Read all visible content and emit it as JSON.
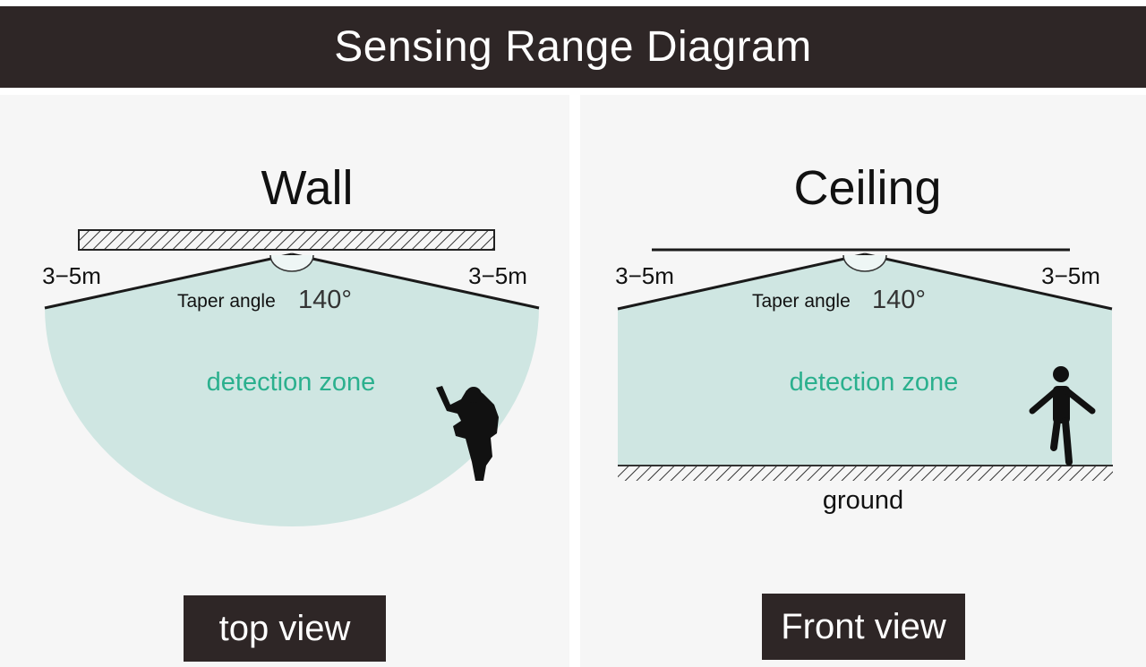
{
  "header": {
    "title": "Sensing Range Diagram"
  },
  "wall_panel": {
    "title": "Wall",
    "range_left": "3−5m",
    "range_right": "3−5m",
    "taper_label": "Taper angle",
    "taper_value": "140°",
    "zone_label": "detection zone",
    "view_label": "top view"
  },
  "ceiling_panel": {
    "title": "Ceiling",
    "range_left": "3−5m",
    "range_right": "3−5m",
    "taper_label": "Taper angle",
    "taper_value": "140°",
    "zone_label": "detection zone",
    "ground_label": "ground",
    "view_label": "Front view"
  },
  "colors": {
    "header_bg": "#2e2626",
    "panel_bg": "#f6f6f6",
    "zone_fill": "#cfe6e2",
    "zone_text": "#2bb08e",
    "line": "#1a1a1a"
  }
}
